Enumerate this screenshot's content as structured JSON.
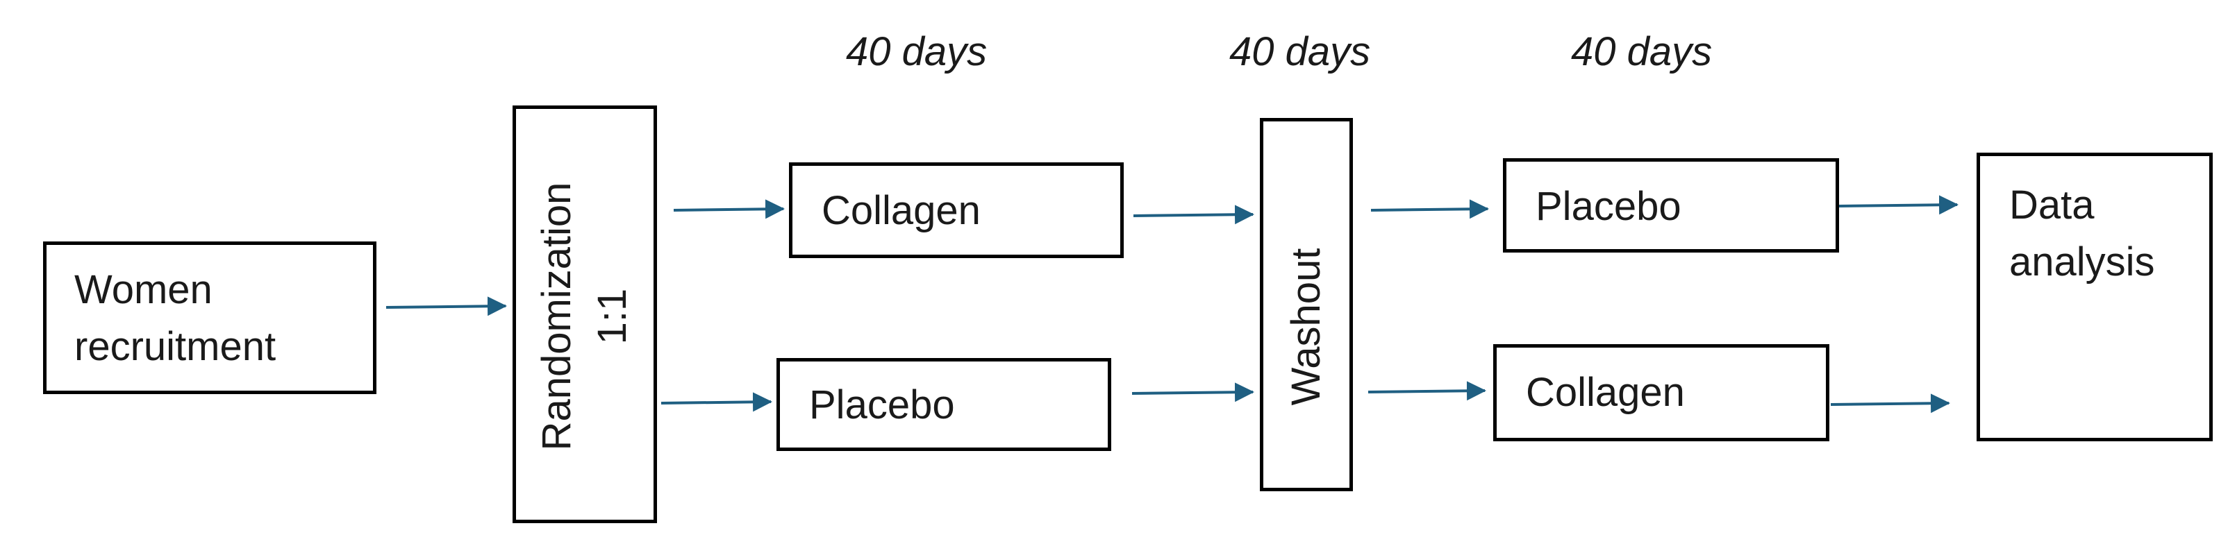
{
  "periods": [
    "40 days",
    "40 days",
    "40 days"
  ],
  "boxes": {
    "recruitment": [
      "Women",
      "recruitment"
    ],
    "randomization": [
      "Randomization",
      "1:1"
    ],
    "arm1_first": "Collagen",
    "arm2_first": "Placebo",
    "washout": "Washout",
    "arm1_second": "Placebo",
    "arm2_second": "Collagen",
    "analysis": [
      "Data",
      "analysis"
    ]
  },
  "colors": {
    "arrow": "#1f5f82",
    "border": "#000000"
  }
}
